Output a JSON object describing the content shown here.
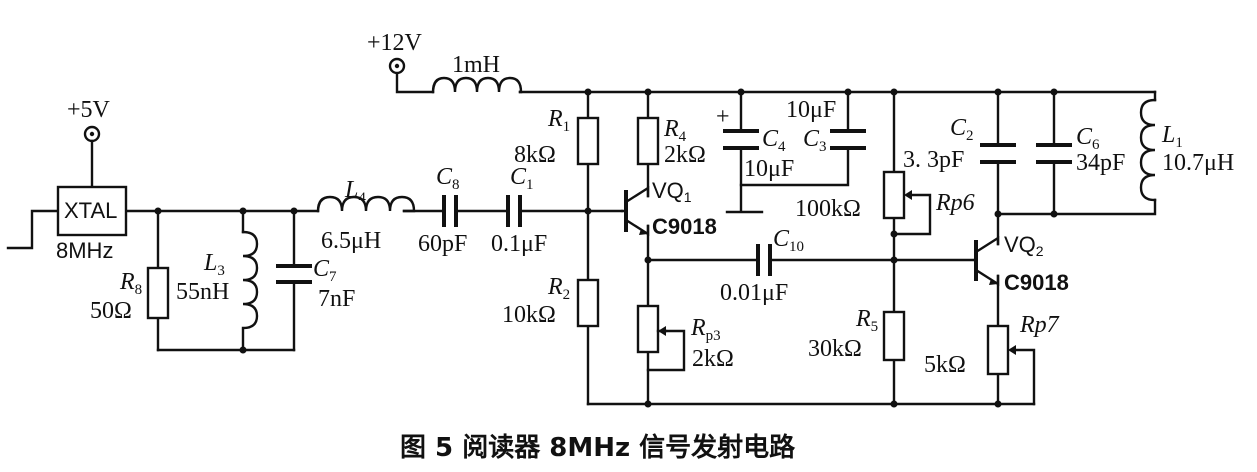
{
  "supplies": {
    "v12": "+12V",
    "v5": "+5V"
  },
  "xtal": {
    "label": "XTAL",
    "freq": "8MHz"
  },
  "r8": {
    "name": "R",
    "sub": "8",
    "value": "50Ω"
  },
  "l3": {
    "name": "L",
    "sub": "3",
    "value": "55nH"
  },
  "c7": {
    "name": "C",
    "sub": "7",
    "value": "7nF"
  },
  "l4": {
    "name": "L",
    "sub": "4",
    "value": "6.5μH"
  },
  "c8": {
    "name": "C",
    "sub": "8",
    "value": "60pF"
  },
  "c1": {
    "name": "C",
    "sub": "1",
    "value": "0.1μF"
  },
  "l_supply": {
    "value": "1mH"
  },
  "r1": {
    "name": "R",
    "sub": "1",
    "value": "8kΩ"
  },
  "r2": {
    "name": "R",
    "sub": "2",
    "value": "10kΩ"
  },
  "r4": {
    "name": "R",
    "sub": "4",
    "value": "2kΩ"
  },
  "c4": {
    "name": "C",
    "sub": "4",
    "value": "10μF",
    "polarity": "+"
  },
  "c3": {
    "name": "C",
    "sub": "3",
    "value": "10μF"
  },
  "vq1": {
    "name": "VQ",
    "sub": "1",
    "model": "C9018"
  },
  "rp3": {
    "name": "R",
    "sub": "p3",
    "value": "2kΩ"
  },
  "c10": {
    "name": "C",
    "sub": "10",
    "value": "0.01μF"
  },
  "rp6": {
    "name": "Rp6",
    "value": "100kΩ"
  },
  "r5": {
    "name": "R",
    "sub": "5",
    "value": "30kΩ"
  },
  "c2": {
    "name": "C",
    "sub": "2",
    "value": "3. 3pF"
  },
  "c6": {
    "name": "C",
    "sub": "6",
    "value": "34pF"
  },
  "l1": {
    "name": "L",
    "sub": "1",
    "value": "10.7μH"
  },
  "vq2": {
    "name": "VQ",
    "sub": "2",
    "model": "C9018"
  },
  "rp7": {
    "name": "Rp7",
    "value": "5kΩ"
  },
  "caption": "图 5  阅读器 8MHz 信号发射电路"
}
